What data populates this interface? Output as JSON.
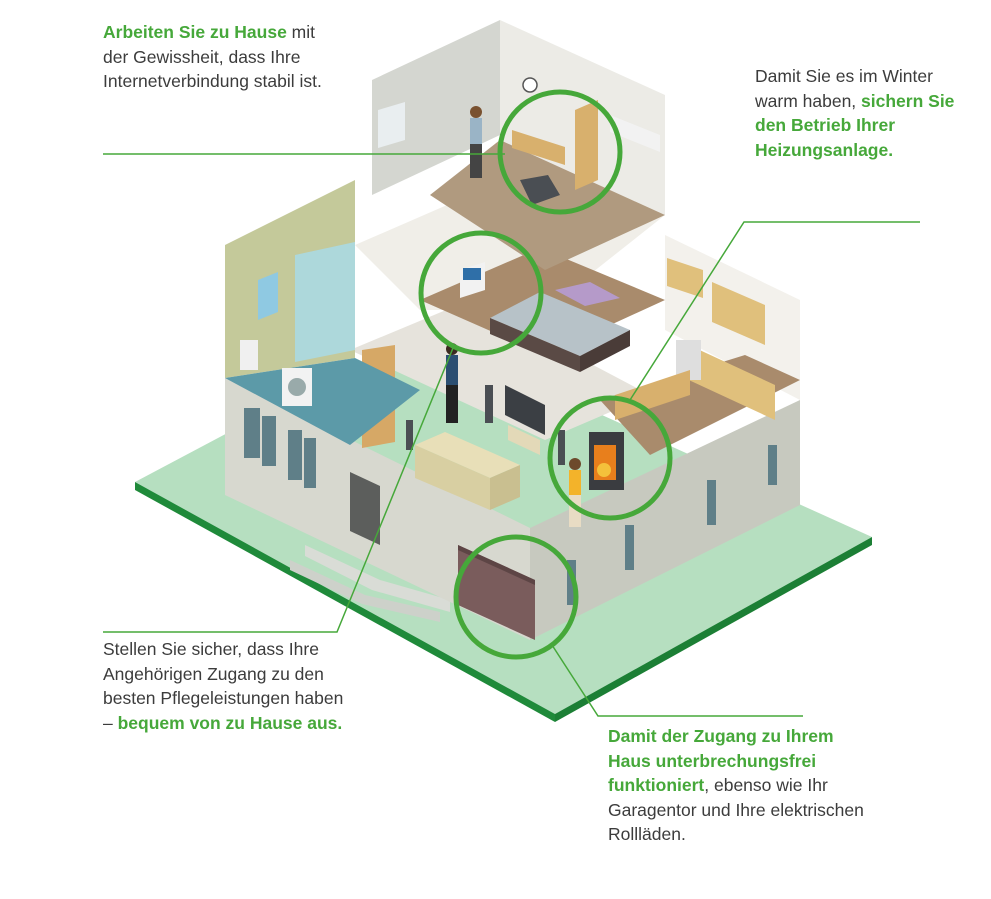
{
  "callouts": {
    "top_left": {
      "highlight": "Arbeiten Sie zu Hause",
      "text": " mit der Gewissheit, dass Ihre Internetverbindung stabil ist."
    },
    "top_right": {
      "text": "Damit Sie es im Winter warm haben, ",
      "highlight": "sichern Sie den Betrieb Ihrer Heizungsanlage."
    },
    "bottom_left": {
      "text": "Stellen Sie sicher, dass Ihre Angehörigen Zugang zu den besten Pflegeleistungen haben – ",
      "highlight": "bequem von zu Hause aus."
    },
    "bottom_right": {
      "highlight": "Damit der Zugang zu Ihrem Haus unterbrechungsfrei funktioniert",
      "text": ", ebenso wie Ihr Garagentor und Ihre elektrischen Rollläden."
    }
  },
  "colors": {
    "accent_green": "#46a83a",
    "ground_green": "#b6dfc0",
    "ground_edge": "#1f8a3a",
    "text": "#3c3c3c"
  }
}
